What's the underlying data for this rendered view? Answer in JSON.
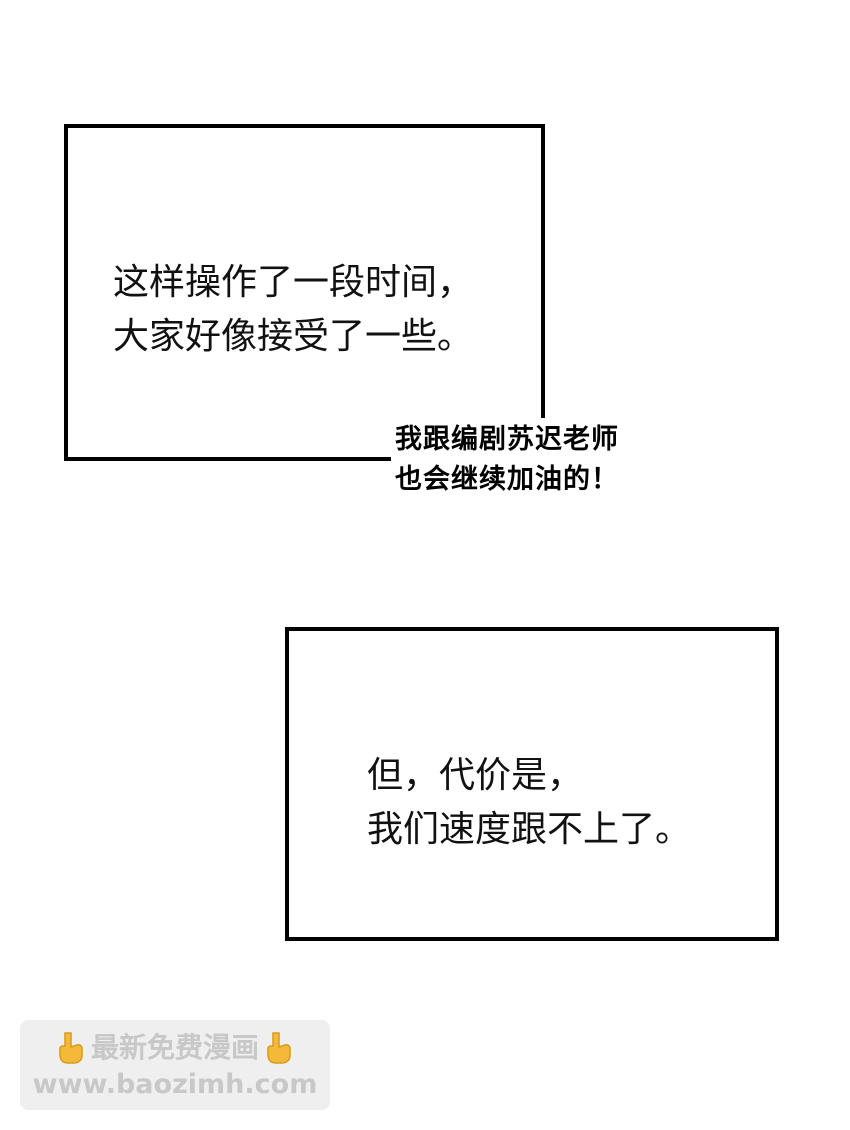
{
  "panels": [
    {
      "lines": [
        "这样操作了一段时间，",
        "大家好像接受了一些。"
      ]
    },
    {
      "lines": [
        "但，代价是，",
        "我们速度跟不上了。"
      ]
    }
  ],
  "note": {
    "lines": [
      "我跟编剧苏迟老师",
      "也会继续加油的！"
    ]
  },
  "watermark": {
    "title": "最新免费漫画",
    "url": "www.baozimh.com",
    "icon": "pointing-down-hand-icon",
    "icon_color": "#f5b93a"
  },
  "colors": {
    "panel_border": "#000000",
    "background": "#ffffff",
    "watermark_text": "#c8c8c8"
  }
}
